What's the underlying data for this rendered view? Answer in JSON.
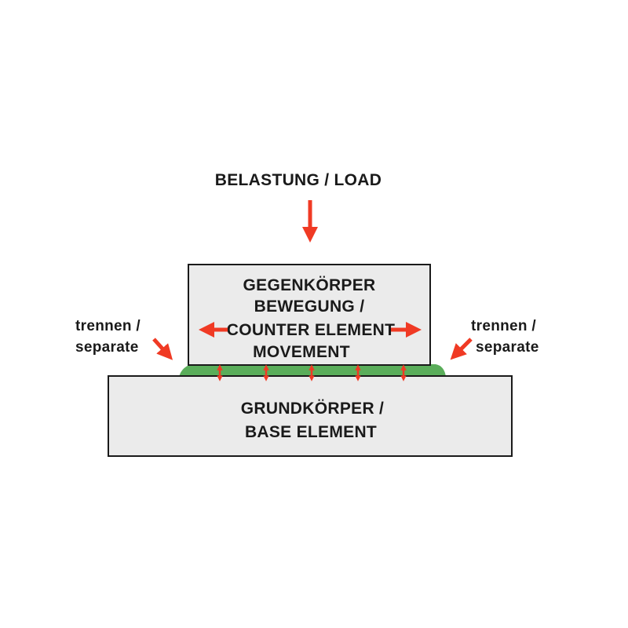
{
  "title": "BELASTUNG / LOAD",
  "counter_element": {
    "lines": [
      "GEGENKÖRPER",
      "BEWEGUNG /",
      "COUNTER ELEMENT",
      "MOVEMENT"
    ]
  },
  "base_element": {
    "lines": [
      "GRUNDKÖRPER /",
      "BASE ELEMENT"
    ]
  },
  "separate_left": {
    "lines": [
      "trennen /",
      "separate"
    ]
  },
  "separate_right": {
    "lines": [
      "trennen /",
      "separate"
    ]
  },
  "colors": {
    "arrow": "#f03a24",
    "block_fill": "#ebebeb",
    "lubricant": "#5aad5a",
    "outline": "#1a1a1a"
  },
  "icons": [
    "arrow-down-icon",
    "arrow-left-icon",
    "arrow-right-icon",
    "arrow-diagonal-icon",
    "double-arrow-vertical-icon"
  ]
}
